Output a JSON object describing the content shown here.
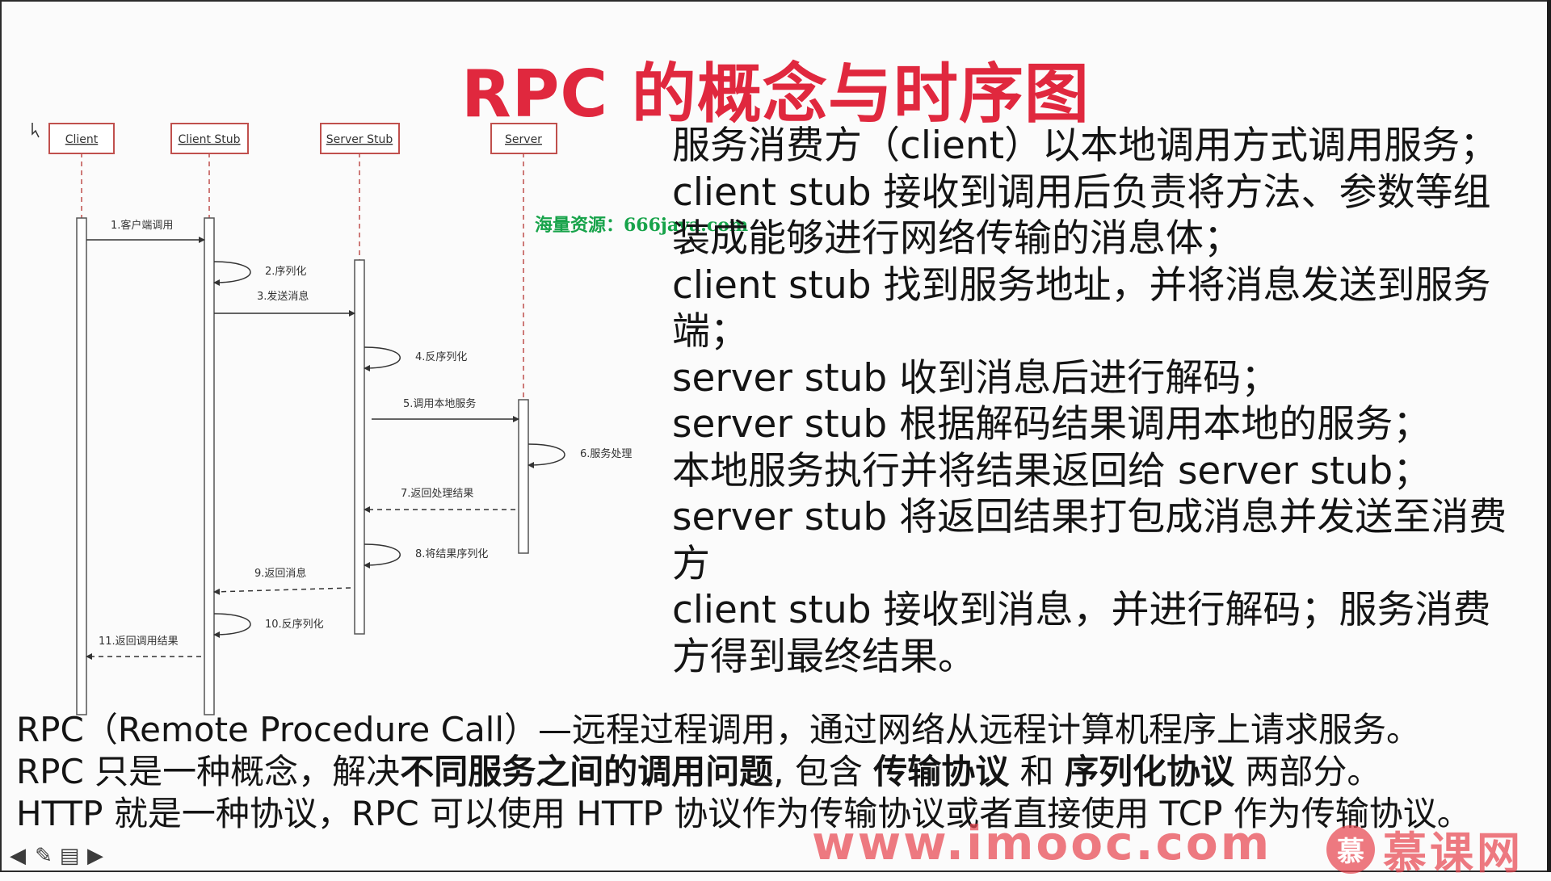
{
  "title": "RPC 的概念与时序图",
  "participants": [
    "Client",
    "Client Stub",
    "Server Stub",
    "Server"
  ],
  "messages": [
    "1.客户端调用",
    "2.序列化",
    "3.发送消息",
    "4.反序列化",
    "5.调用本地服务",
    "6.服务处理",
    "7.返回处理结果",
    "8.将结果序列化",
    "9.返回消息",
    "10.反序列化",
    "11.返回调用结果"
  ],
  "watermark": "海量资源：666java.com",
  "description_lines": [
    "服务消费方（client）以本地调用方式调用服务；",
    "client stub 接收到调用后负责将方法、参数等组",
    "装成能够进行网络传输的消息体；",
    "client stub 找到服务地址，并将消息发送到服务",
    "端；",
    "server stub 收到消息后进行解码；",
    "server stub 根据解码结果调用本地的服务；",
    "本地服务执行并将结果返回给 server stub；",
    "server stub 将返回结果打包成消息并发送至消费",
    "方",
    "client stub 接收到消息，并进行解码；服务消费",
    "方得到最终结果。"
  ],
  "bottom": {
    "line1": "RPC（Remote Procedure Call）—远程过程调用，通过网络从远程计算机程序上请求服务。",
    "line2": {
      "p1": "RPC 只是一种概念，解决",
      "b1": "不同服务之间的调用问题",
      "p2": ", 包含 ",
      "b2": "传输协议",
      "p3": " 和 ",
      "b3": "序列化协议",
      "p4": " 两部分。"
    },
    "line3": "HTTP 就是一种协议，RPC 可以使用 HTTP 协议作为传输协议或者直接使用 TCP 作为传输协议。"
  },
  "site_url": "www.imooc.com",
  "site_brand": "慕课网",
  "site_logo_char": "慕",
  "toolbar_icons": [
    "arrow-left-icon",
    "pen-icon",
    "menu-icon",
    "arrow-right-icon"
  ],
  "colors": {
    "title": "#e0283e",
    "participant_border": "#c0504d",
    "watermark": "#17a34a",
    "brand": "#e84650"
  }
}
